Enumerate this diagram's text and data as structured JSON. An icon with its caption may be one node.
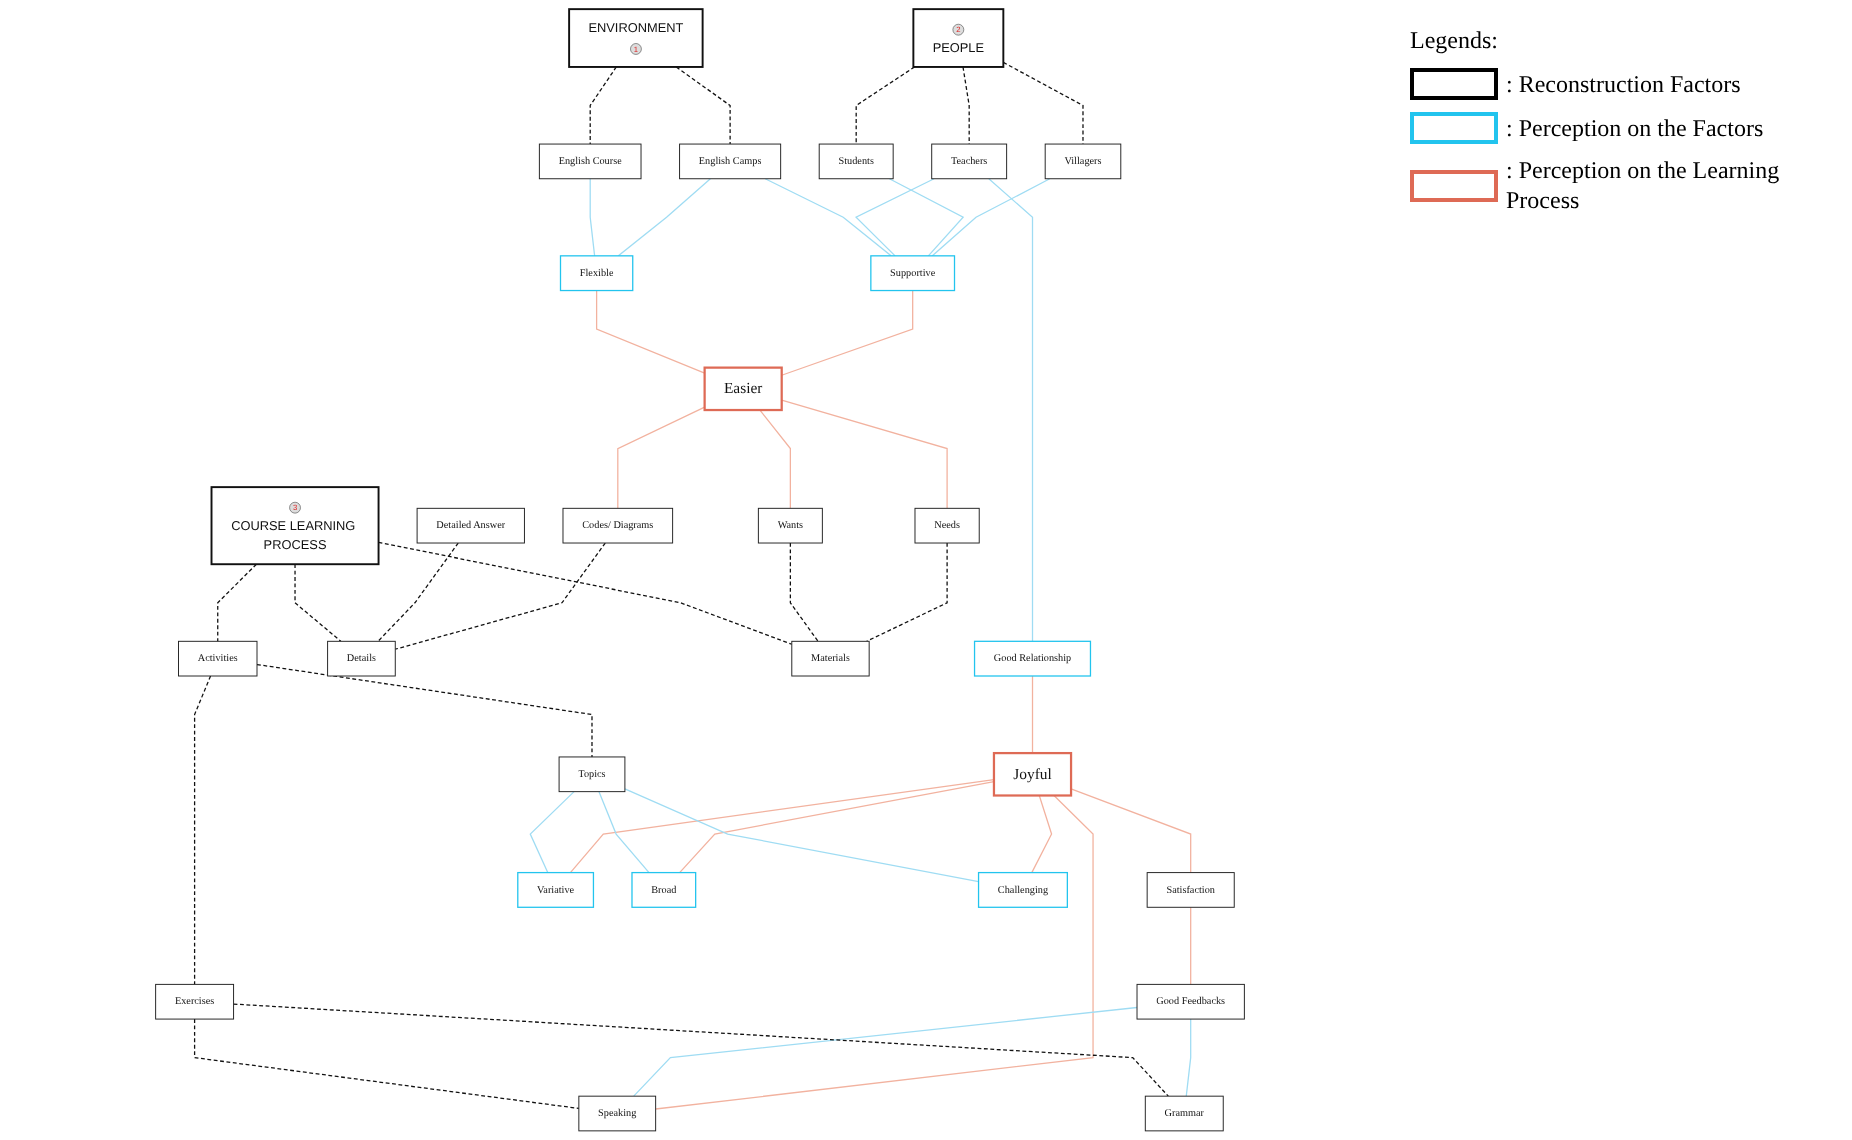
{
  "diagram": {
    "nodes": [
      {
        "text": [
          "2",
          "PEOPLE"
        ]
      },
      {
        "text": [
          "Villagers"
        ]
      },
      {
        "text": [
          "Students"
        ]
      },
      {
        "text": [
          "Teachers"
        ]
      },
      {
        "text": [
          "English Camps"
        ]
      },
      {
        "text": [
          "Supportive"
        ]
      },
      {
        "text": [
          "Good Relationship"
        ]
      },
      {
        "text": [
          "ENVIRONMENT",
          "1"
        ]
      },
      {
        "text": [
          "Flexible"
        ]
      },
      {
        "text": [
          "Easier"
        ]
      },
      {
        "text": [
          "Joyful"
        ]
      },
      {
        "text": [
          "Satisfaction"
        ]
      },
      {
        "text": [
          "English Course"
        ]
      },
      {
        "text": [
          "Needs"
        ]
      },
      {
        "text": [
          "Wants"
        ]
      },
      {
        "text": [
          "Codes/ Diagrams"
        ]
      },
      {
        "text": [
          "Detailed Answer"
        ]
      },
      {
        "text": [
          "Variative"
        ]
      },
      {
        "text": [
          "Broad"
        ]
      },
      {
        "text": [
          "Good Feedbacks"
        ]
      },
      {
        "text": [
          "Materials"
        ]
      },
      {
        "text": [
          "Details"
        ]
      },
      {
        "text": [
          "Challenging"
        ]
      },
      {
        "text": [
          "3",
          "COURSE LEARNING PROCESS"
        ]
      },
      {
        "text": [
          "Topics"
        ]
      },
      {
        "text": [
          "Speaking"
        ]
      },
      {
        "text": [
          "Activities"
        ]
      },
      {
        "text": [
          "Exercises"
        ]
      },
      {
        "text": [
          "Grammar"
        ]
      }
    ],
    "edges": [
      {
        "from": 0,
        "to": 1,
        "arrow": "none",
        "style": "dashed"
      },
      {
        "from": 0,
        "to": 2,
        "arrow": "none",
        "style": "dashed"
      },
      {
        "from": 0,
        "to": 3,
        "arrow": "none",
        "style": "dashed"
      },
      {
        "from": 1,
        "to": 5,
        "arrow": "none",
        "color": "#9fdcf3"
      },
      {
        "from": 2,
        "to": 5,
        "arrow": "none",
        "color": "#9fdcf3"
      },
      {
        "from": 3,
        "to": 5,
        "arrow": "none",
        "color": "#9fdcf3"
      },
      {
        "from": 3,
        "to": 6,
        "arrow": "none",
        "color": "#9fdcf3"
      },
      {
        "from": 4,
        "to": 5,
        "arrow": "none",
        "color": "#9fdcf3"
      },
      {
        "from": 7,
        "to": 4,
        "arrow": "none",
        "style": "dashed"
      },
      {
        "from": 7,
        "to": 12,
        "arrow": "none",
        "style": "dashed"
      },
      {
        "from": 4,
        "to": 8,
        "arrow": "none",
        "color": "#9fdcf3"
      },
      {
        "from": 12,
        "to": 8,
        "arrow": "none",
        "color": "#9fdcf3"
      },
      {
        "from": 5,
        "to": 9,
        "arrow": "none",
        "color": "#f2b29f"
      },
      {
        "from": 8,
        "to": 9,
        "arrow": "none",
        "color": "#f2b29f"
      },
      {
        "from": 6,
        "to": 10,
        "arrow": "none",
        "color": "#f2b29f"
      },
      {
        "from": 10,
        "to": 11,
        "arrow": "none",
        "color": "#f2b29f"
      },
      {
        "from": 9,
        "to": 13,
        "arrow": "none",
        "color": "#f2b29f"
      },
      {
        "from": 9,
        "to": 14,
        "arrow": "none",
        "color": "#f2b29f"
      },
      {
        "from": 9,
        "to": 15,
        "arrow": "none",
        "color": "#f2b29f"
      },
      {
        "from": 10,
        "to": 17,
        "arrow": "none",
        "color": "#f2b29f"
      },
      {
        "from": 10,
        "to": 18,
        "arrow": "none",
        "color": "#f2b29f"
      },
      {
        "from": 10,
        "to": 22,
        "arrow": "none",
        "color": "#f2b29f"
      },
      {
        "from": 10,
        "to": 25,
        "arrow": "none",
        "color": "#f2b29f"
      },
      {
        "from": 11,
        "to": 19,
        "arrow": "none",
        "color": "#f2b29f"
      },
      {
        "from": 13,
        "to": 20,
        "arrow": "none",
        "style": "dashed"
      },
      {
        "from": 14,
        "to": 20,
        "arrow": "none",
        "style": "dashed"
      },
      {
        "from": 15,
        "to": 21,
        "arrow": "none",
        "style": "dashed"
      },
      {
        "from": 16,
        "to": 21,
        "arrow": "none",
        "style": "dashed"
      },
      {
        "from": 24,
        "to": 17,
        "arrow": "none",
        "color": "#9fdcf3"
      },
      {
        "from": 24,
        "to": 18,
        "arrow": "none",
        "color": "#9fdcf3"
      },
      {
        "from": 24,
        "to": 22,
        "arrow": "none",
        "color": "#9fdcf3"
      },
      {
        "from": 19,
        "to": 25,
        "arrow": "none",
        "color": "#9fdcf3"
      },
      {
        "from": 19,
        "to": 28,
        "arrow": "none",
        "color": "#9fdcf3"
      },
      {
        "from": 23,
        "to": 20,
        "arrow": "none",
        "style": "dashed"
      },
      {
        "from": 23,
        "to": 21,
        "arrow": "none",
        "style": "dashed"
      },
      {
        "from": 23,
        "to": 26,
        "arrow": "none",
        "style": "dashed"
      },
      {
        "from": 26,
        "to": 24,
        "arrow": "none",
        "style": "dashed"
      },
      {
        "from": 26,
        "to": 27,
        "arrow": "none",
        "style": "dashed"
      },
      {
        "from": 27,
        "to": 25,
        "arrow": "none",
        "style": "dashed"
      },
      {
        "from": 27,
        "to": 28,
        "arrow": "none",
        "style": "dashed"
      }
    ],
    "labels": [
      "Legends:"
    ],
    "legend": [
      {
        "text": ": Reconstruction Factors",
        "color": "#000000"
      },
      {
        "text": ": Perception on the Factors",
        "color": "#22c4ee"
      },
      {
        "text": ": Perception on the Learning Process",
        "color": "#de6a55"
      }
    ]
  }
}
